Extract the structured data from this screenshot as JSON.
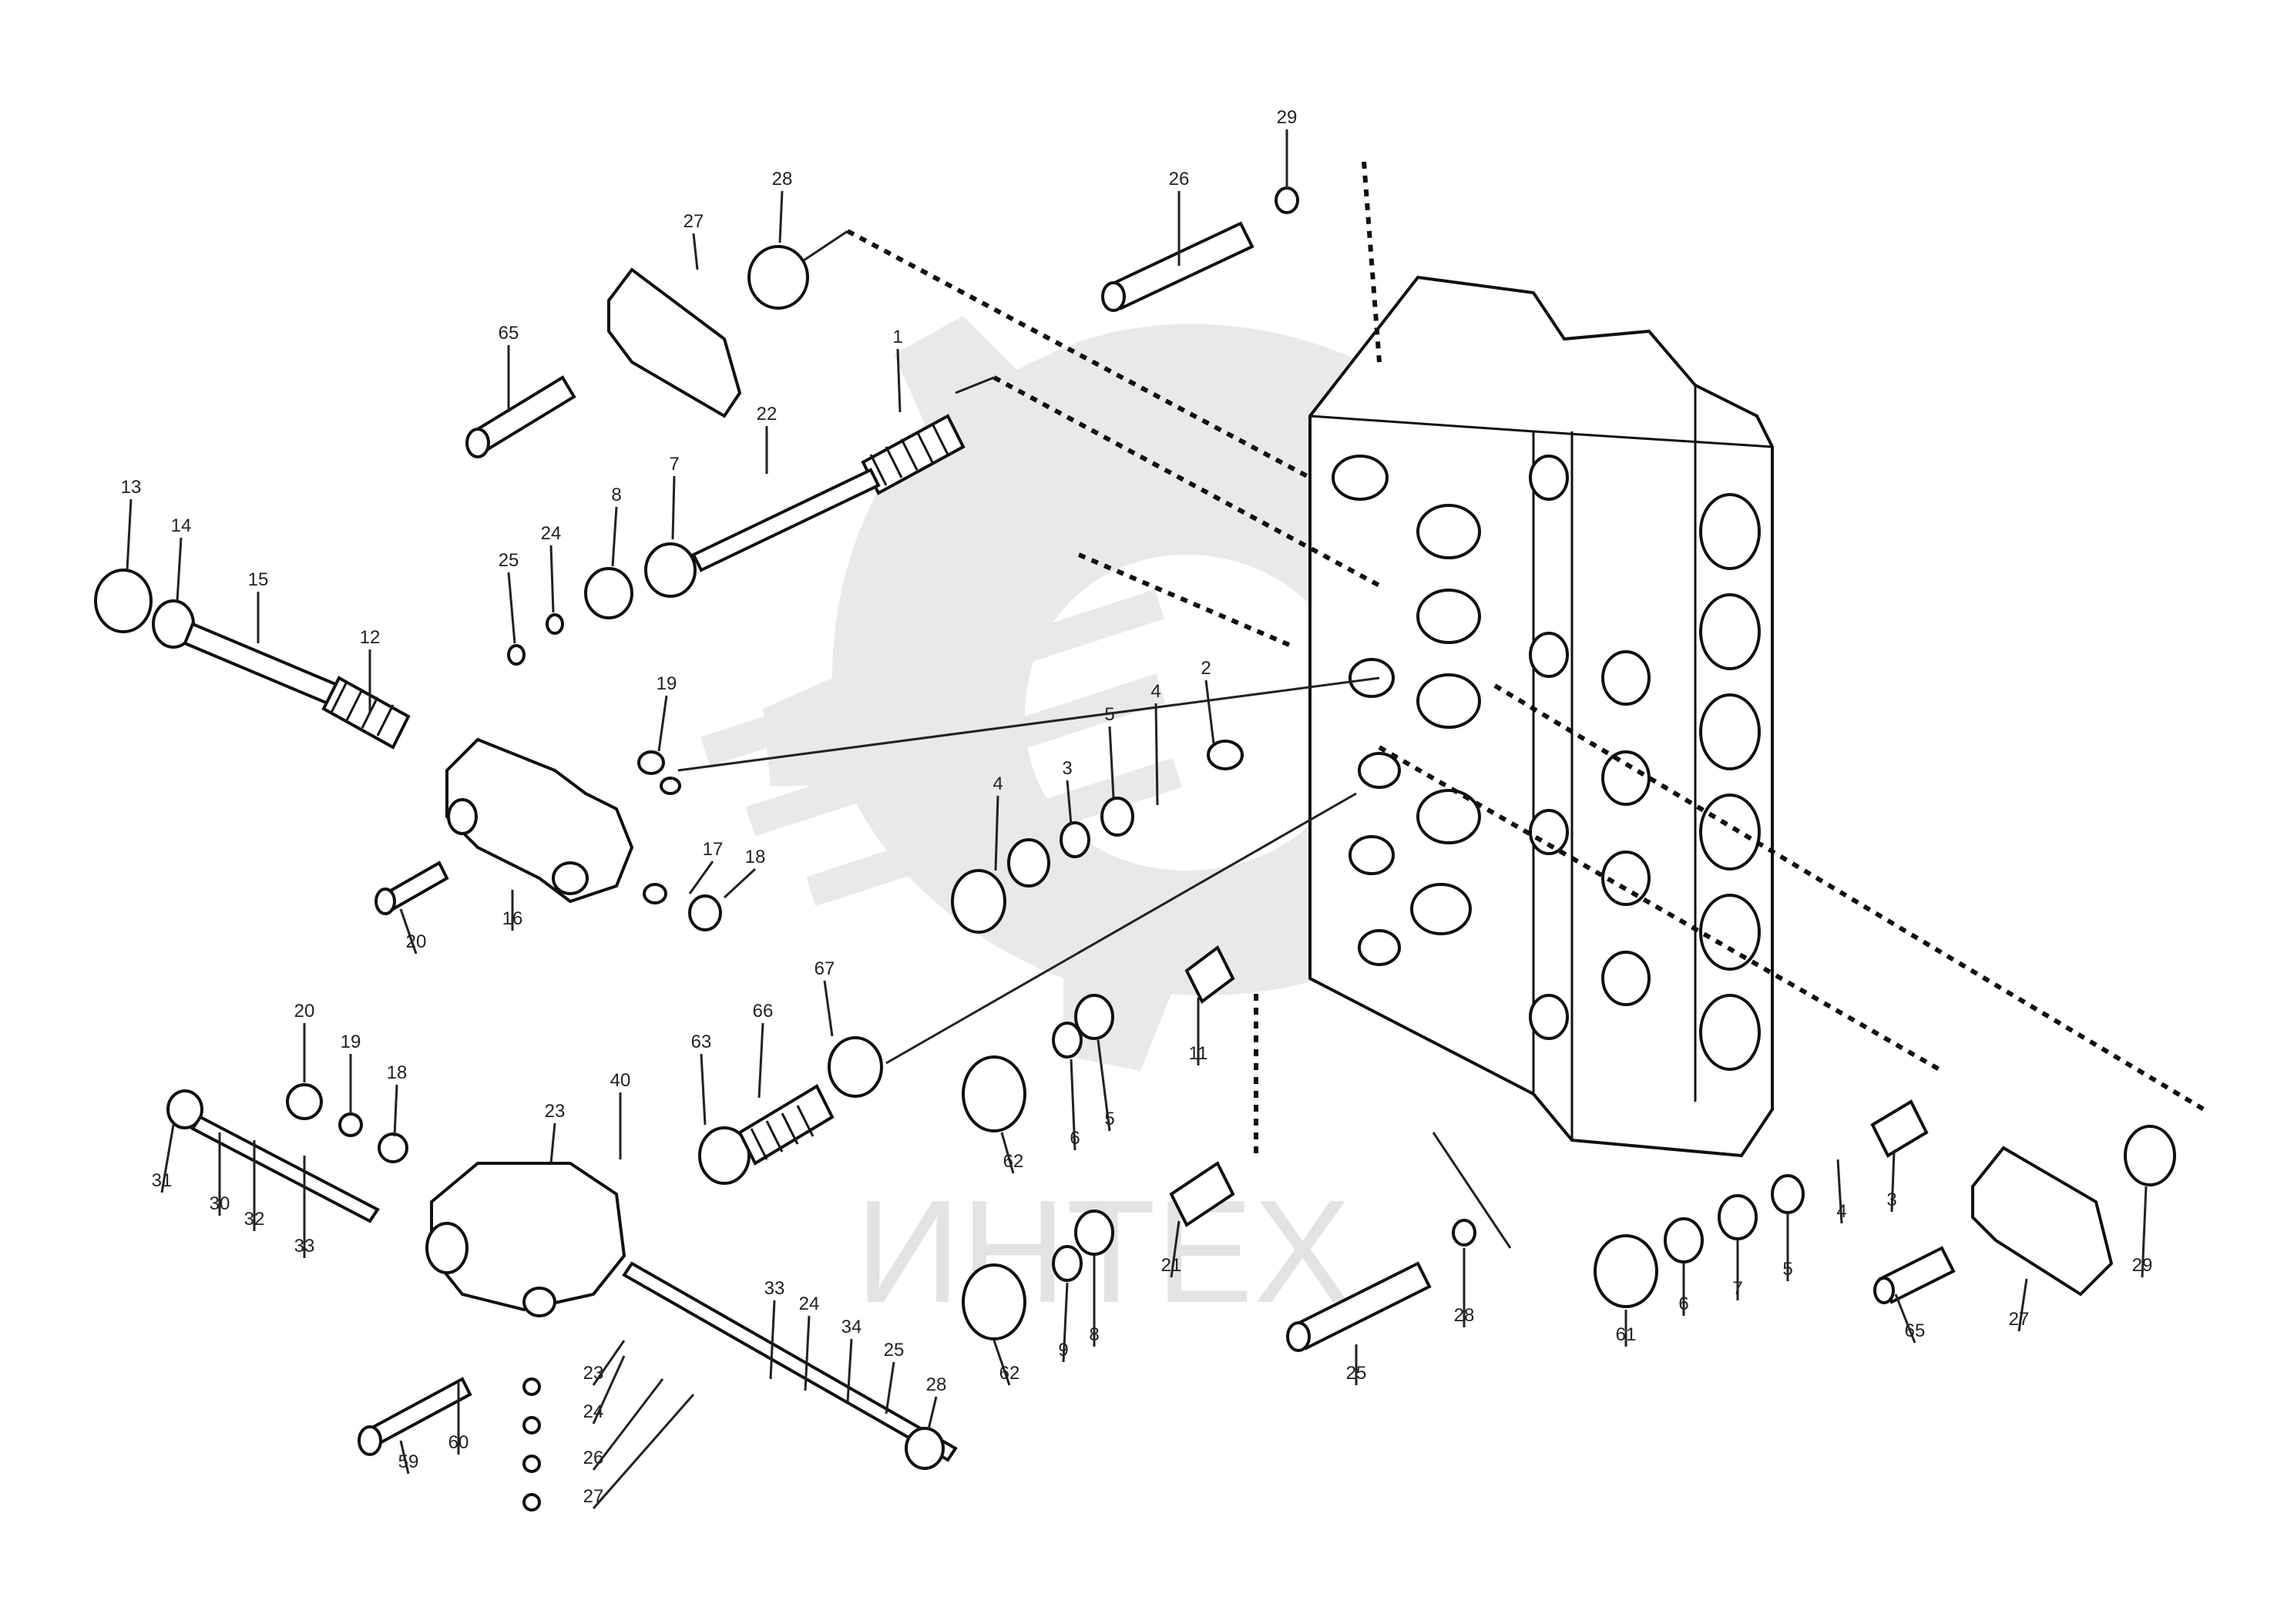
{
  "watermark": {
    "text": "ИНТЕХ",
    "color": "#e6e6e6"
  },
  "ink_color": "#111111",
  "corner_code": {
    "line1": "",
    "line2": "",
    "ref": ""
  },
  "callouts": [
    {
      "id": "c1",
      "label": "29"
    },
    {
      "id": "c2",
      "label": "28"
    },
    {
      "id": "c3",
      "label": "26"
    },
    {
      "id": "c4",
      "label": "27"
    },
    {
      "id": "c5",
      "label": "65"
    },
    {
      "id": "c6",
      "label": "1"
    },
    {
      "id": "c7",
      "label": "22"
    },
    {
      "id": "c8",
      "label": "7"
    },
    {
      "id": "c9",
      "label": "8"
    },
    {
      "id": "c10",
      "label": "24"
    },
    {
      "id": "c11",
      "label": "25"
    },
    {
      "id": "c12",
      "label": "13"
    },
    {
      "id": "c13",
      "label": "14"
    },
    {
      "id": "c14",
      "label": "15"
    },
    {
      "id": "c15",
      "label": "12"
    },
    {
      "id": "c16",
      "label": "19"
    },
    {
      "id": "c17",
      "label": "17"
    },
    {
      "id": "c18",
      "label": "18"
    },
    {
      "id": "c19",
      "label": "20"
    },
    {
      "id": "c20",
      "label": "16"
    },
    {
      "id": "c21",
      "label": "4"
    },
    {
      "id": "c22",
      "label": "3"
    },
    {
      "id": "c23",
      "label": "5"
    },
    {
      "id": "c24",
      "label": "4"
    },
    {
      "id": "c25",
      "label": "2"
    },
    {
      "id": "c26",
      "label": "20"
    },
    {
      "id": "c27",
      "label": "19"
    },
    {
      "id": "c28",
      "label": "18"
    },
    {
      "id": "c29",
      "label": "31"
    },
    {
      "id": "c30",
      "label": "30"
    },
    {
      "id": "c31",
      "label": "32"
    },
    {
      "id": "c32",
      "label": "33"
    },
    {
      "id": "c33",
      "label": "23"
    },
    {
      "id": "c34",
      "label": "40"
    },
    {
      "id": "c35",
      "label": "63"
    },
    {
      "id": "c36",
      "label": "66"
    },
    {
      "id": "c37",
      "label": "67"
    },
    {
      "id": "c38",
      "label": "62"
    },
    {
      "id": "c39",
      "label": "6"
    },
    {
      "id": "c40",
      "label": "5"
    },
    {
      "id": "c41",
      "label": "11"
    },
    {
      "id": "c42",
      "label": "23"
    },
    {
      "id": "c43",
      "label": "24"
    },
    {
      "id": "c44",
      "label": "26"
    },
    {
      "id": "c45",
      "label": "27"
    },
    {
      "id": "c46",
      "label": "28"
    },
    {
      "id": "c47",
      "label": "25"
    },
    {
      "id": "c48",
      "label": "34"
    },
    {
      "id": "c49",
      "label": "24"
    },
    {
      "id": "c50",
      "label": "33"
    },
    {
      "id": "c51",
      "label": "59"
    },
    {
      "id": "c52",
      "label": "60"
    },
    {
      "id": "c53",
      "label": "62"
    },
    {
      "id": "c54",
      "label": "9"
    },
    {
      "id": "c55",
      "label": "8"
    },
    {
      "id": "c56",
      "label": "21"
    },
    {
      "id": "c57",
      "label": "25"
    },
    {
      "id": "c58",
      "label": "28"
    },
    {
      "id": "c59",
      "label": "61"
    },
    {
      "id": "c60",
      "label": "6"
    },
    {
      "id": "c61",
      "label": "7"
    },
    {
      "id": "c62",
      "label": "5"
    },
    {
      "id": "c63",
      "label": "4"
    },
    {
      "id": "c64",
      "label": "3"
    },
    {
      "id": "c65",
      "label": "65"
    },
    {
      "id": "c66",
      "label": "27"
    },
    {
      "id": "c67",
      "label": "29"
    }
  ]
}
